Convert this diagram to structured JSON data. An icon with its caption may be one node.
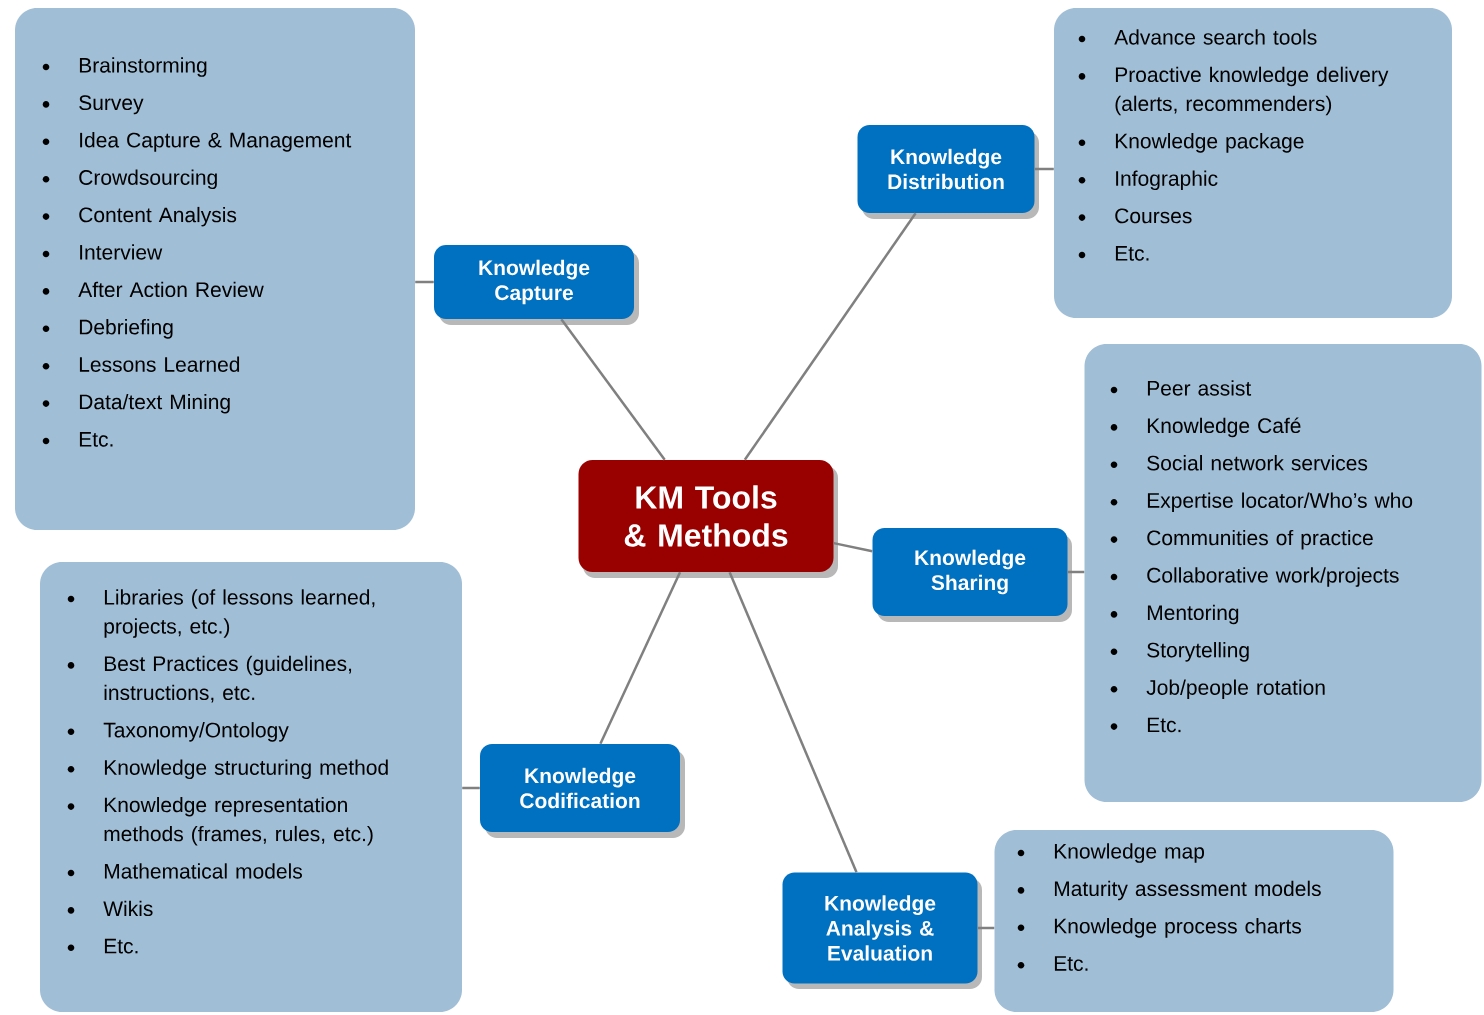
{
  "diagram": {
    "nodes": [
      {
        "text": [
          "Brainstorming",
          "Survey",
          "Idea Capture & Management",
          "Crowdsourcing",
          "Content Analysis",
          "Interview",
          "After Action Review",
          "Debriefing",
          "Lessons Learned",
          "Data/text Mining",
          "Etc."
        ]
      },
      {
        "text": [
          "Knowledge Capture"
        ]
      },
      {
        "text": [
          "Knowledge Distribution"
        ]
      },
      {
        "text": [
          "Advance search tools",
          "Proactive knowledge delivery (alerts, recommenders)",
          "Knowledge package",
          "Infographic",
          "Courses",
          "Etc."
        ]
      },
      {
        "text": [
          "Peer assist",
          "Knowledge Café",
          "Social network services",
          "Expertise locator/Who’s who",
          "Communities of practice",
          "Collaborative work/projects",
          "Mentoring",
          "Storytelling",
          "Job/people rotation",
          "Etc."
        ]
      },
      {
        "text": [
          "KM Tools & Methods"
        ]
      },
      {
        "text": [
          "Knowledge Sharing"
        ]
      },
      {
        "text": [
          "Libraries (of lessons learned, projects, etc.)",
          "Best Practices (guidelines, instructions, etc.",
          "Taxonomy/Ontology",
          "Knowledge structuring method",
          "Knowledge representation methods (frames, rules, etc.)",
          "Mathematical models",
          "Wikis",
          "Etc."
        ]
      },
      {
        "text": [
          "Knowledge Codification"
        ]
      },
      {
        "text": [
          "Knowledge Analysis & Evaluation"
        ]
      },
      {
        "text": [
          "Knowledge map",
          "Maturity assessment models",
          "Knowledge process charts",
          "Etc."
        ]
      }
    ],
    "edges": [
      {
        "from": 5,
        "to": 1,
        "arrow": "none"
      },
      {
        "from": 5,
        "to": 2,
        "arrow": "none"
      },
      {
        "from": 5,
        "to": 6,
        "arrow": "none"
      },
      {
        "from": 5,
        "to": 8,
        "arrow": "none"
      },
      {
        "from": 5,
        "to": 9,
        "arrow": "none"
      },
      {
        "from": 1,
        "to": 0,
        "arrow": "none"
      },
      {
        "from": 2,
        "to": 3,
        "arrow": "none"
      },
      {
        "from": 6,
        "to": 4,
        "arrow": "none"
      },
      {
        "from": 8,
        "to": 7,
        "arrow": "none"
      },
      {
        "from": 9,
        "to": 10,
        "arrow": "none"
      }
    ]
  }
}
